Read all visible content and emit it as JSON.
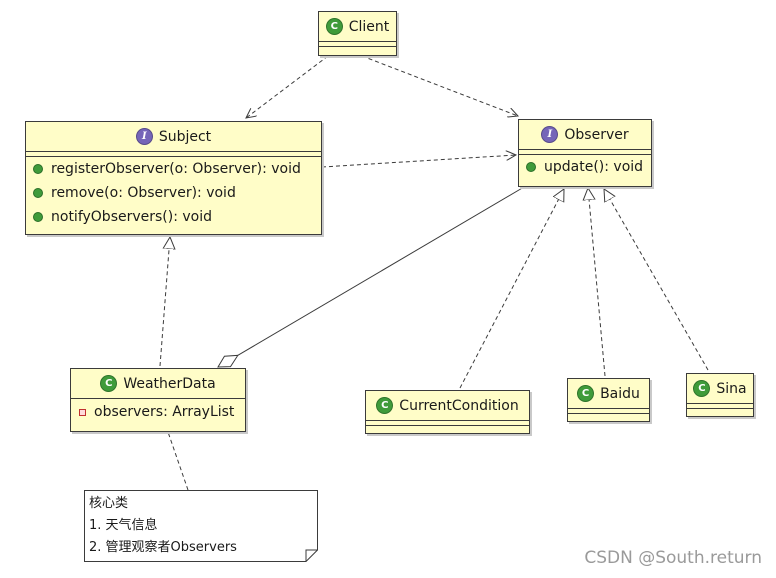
{
  "classes": {
    "client": {
      "name": "Client",
      "kind": "class",
      "members": []
    },
    "subject": {
      "name": "Subject",
      "kind": "interface",
      "members": [
        "registerObserver(o: Observer): void",
        "remove(o: Observer): void",
        "notifyObservers(): void"
      ]
    },
    "observer": {
      "name": "Observer",
      "kind": "interface",
      "members": [
        "update(): void"
      ]
    },
    "weatherdata": {
      "name": "WeatherData",
      "kind": "class",
      "members": [
        "observers: ArrayList"
      ]
    },
    "currentcondition": {
      "name": "CurrentCondition",
      "kind": "class",
      "members": []
    },
    "baidu": {
      "name": "Baidu",
      "kind": "class",
      "members": []
    },
    "sina": {
      "name": "Sina",
      "kind": "class",
      "members": []
    }
  },
  "badges": {
    "class": "C",
    "interface": "I"
  },
  "note": {
    "lines": [
      "核心类",
      "1. 天气信息",
      "2. 管理观察者Observers"
    ]
  },
  "watermark": "CSDN @South.return",
  "relations": [
    {
      "from": "Client",
      "to": "Subject",
      "type": "dependency"
    },
    {
      "from": "Client",
      "to": "Observer",
      "type": "dependency"
    },
    {
      "from": "Subject",
      "to": "Observer",
      "type": "dependency"
    },
    {
      "from": "WeatherData",
      "to": "Subject",
      "type": "realization"
    },
    {
      "from": "WeatherData",
      "to": "Observer",
      "type": "aggregation"
    },
    {
      "from": "CurrentCondition",
      "to": "Observer",
      "type": "realization"
    },
    {
      "from": "Baidu",
      "to": "Observer",
      "type": "realization"
    },
    {
      "from": "Sina",
      "to": "Observer",
      "type": "realization"
    }
  ],
  "colors": {
    "box_fill": "#fffdc8",
    "class_badge": "#3f9b3a",
    "interface_badge": "#7565b8",
    "line": "#3b3b3b"
  }
}
